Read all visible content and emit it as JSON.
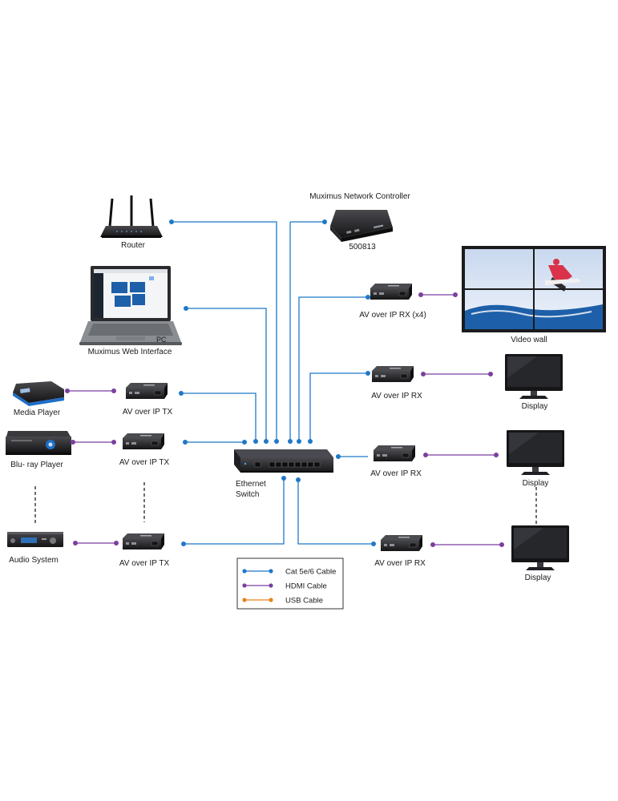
{
  "colors": {
    "cat": "#1f78c8",
    "hdmi": "#7b3fa0",
    "usb": "#e8821e",
    "device": "#1c1c1e",
    "screen_blue": "#1d5fa8"
  },
  "labels": {
    "router": "Router",
    "controller_title": "Muximus Network Controller",
    "controller_model": "500813",
    "pc_badge": "PC",
    "pc": "Muximus Web Interface",
    "media_player": "Media Player",
    "bluray_player": "Blu- ray Player",
    "audio_system": "Audio System",
    "tx1": "AV over IP TX",
    "tx2": "AV over IP TX",
    "tx3": "AV over IP TX",
    "switch_line1": "Ethernet",
    "switch_line2": "Switch",
    "rx_wall": "AV over IP RX (x4)",
    "video_wall": "Video wall",
    "rx1": "AV over IP RX",
    "rx2": "AV over IP RX",
    "rx3": "AV over IP RX",
    "display1": "Display",
    "display2": "Display",
    "display3": "Display"
  },
  "legend": [
    {
      "label": "Cat 5e/6 Cable",
      "color": "#1f78c8"
    },
    {
      "label": "HDMI Cable",
      "color": "#7b3fa0"
    },
    {
      "label": "USB Cable",
      "color": "#e8821e"
    }
  ]
}
